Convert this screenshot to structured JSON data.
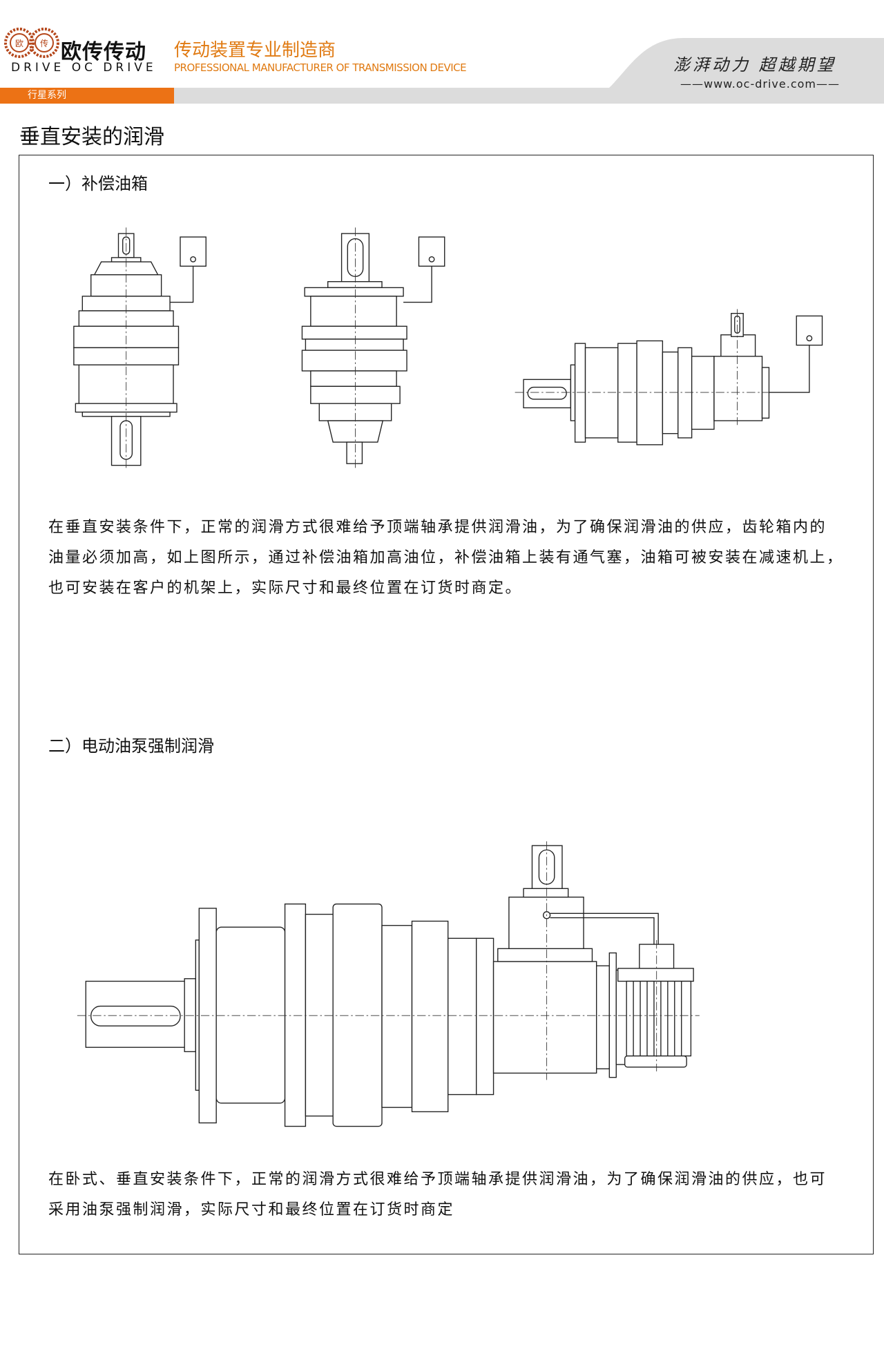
{
  "header": {
    "logo_badge_left": "欧",
    "logo_badge_right": "传",
    "brand_cn": "欧传传动",
    "brand_en": "DRIVE OC DRIVE",
    "tagline_cn": "传动装置专业制造商",
    "tagline_en": "PROFESSIONAL MANUFACTURER OF TRANSMISSION DEVICE",
    "slogan": "澎湃动力 超越期望",
    "url": "——www.oc-drive.com——",
    "series_label": "行星系列",
    "colors": {
      "orange": "#ec7215",
      "gray": "#dcdcdc"
    }
  },
  "page_title": "垂直安装的润滑",
  "sections": [
    {
      "heading": "一）补偿油箱",
      "lines": [
        "在垂直安装条件下，正常的润滑方式很难给予顶端轴承提供润滑油，为了确保润滑油的供应，齿轮箱内的",
        "油量必须加高，如上图所示，通过补偿油箱加高油位，补偿油箱上装有通气塞，油箱可被安装在减速机上，",
        "也可安装在客户的机架上，实际尺寸和最终位置在订货时商定。"
      ]
    },
    {
      "heading": "二）电动油泵强制润滑",
      "lines": [
        "在卧式、垂直安装条件下，正常的润滑方式很难给予顶端轴承提供润滑油，为了确保润滑油的供应，也可",
        "采用油泵强制润滑，实际尺寸和最终位置在订货时商定"
      ]
    }
  ]
}
